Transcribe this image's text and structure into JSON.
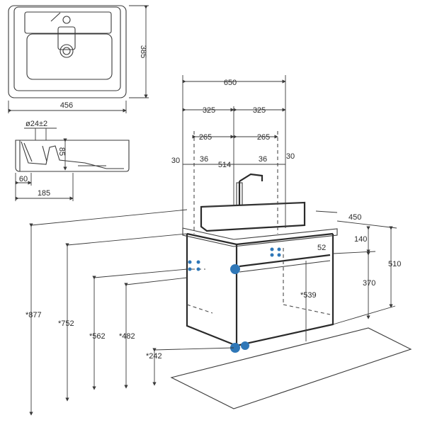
{
  "basin_top_view": {
    "width_label": "456",
    "depth_label": "385"
  },
  "basin_section_view": {
    "hole_label": "ø24±2",
    "height_label": "85",
    "offset_label": "60",
    "depth_label": "185"
  },
  "cabinet": {
    "top_dims": [
      "650",
      "325",
      "325",
      "265",
      "265",
      "30",
      "36",
      "514",
      "36",
      "30"
    ],
    "right_dims": [
      "450",
      "140",
      "52",
      "510",
      "370",
      "*539"
    ],
    "left_heights": [
      "*877",
      "*752",
      "*562",
      "*482",
      "*242"
    ]
  },
  "colors": {
    "line": "#3a3a3a",
    "accent": "#2f77b7"
  }
}
